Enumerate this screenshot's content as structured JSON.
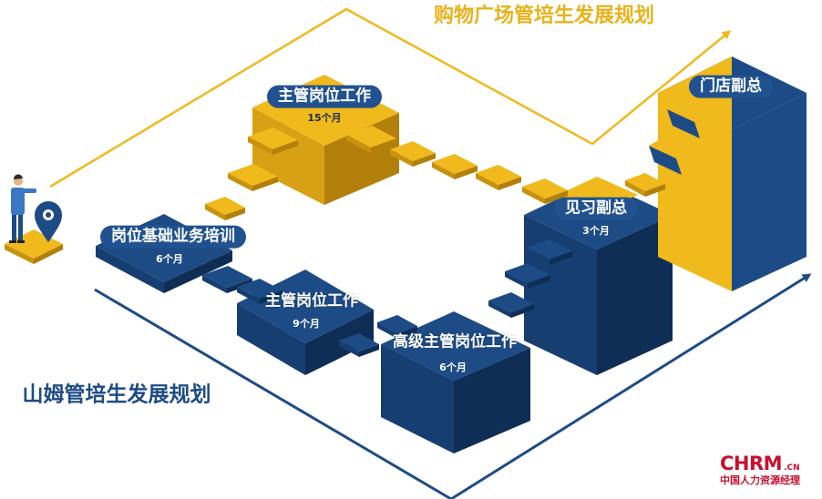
{
  "titles": {
    "mall_plan": "购物广场管培生发展规划",
    "sams_plan": "山姆管培生发展规划"
  },
  "stages": {
    "basic_training": {
      "name": "岗位基础业务培训",
      "duration": "6个月"
    },
    "supervisor_9": {
      "name": "主管岗位工作",
      "duration": "9个月"
    },
    "senior_supervisor": {
      "name": "高级主管岗位工作",
      "duration": "6个月"
    },
    "intern_deputy": {
      "name": "见习副总",
      "duration": "3个月"
    },
    "supervisor_15": {
      "name": "主管岗位工作",
      "duration": "15个月"
    },
    "store_deputy": {
      "name": "门店副总"
    }
  },
  "logo": {
    "brand": "CHRM",
    "suffix": ".CN",
    "slogan": "中国人力资源经理"
  },
  "colors": {
    "gold": "#f0b91c",
    "gold_dark": "#c9920e",
    "navy": "#1d4b85",
    "navy_dark": "#102c54",
    "brand_red": "#c8102e"
  },
  "icons": [
    "person-figure-icon",
    "location-pin-icon"
  ]
}
